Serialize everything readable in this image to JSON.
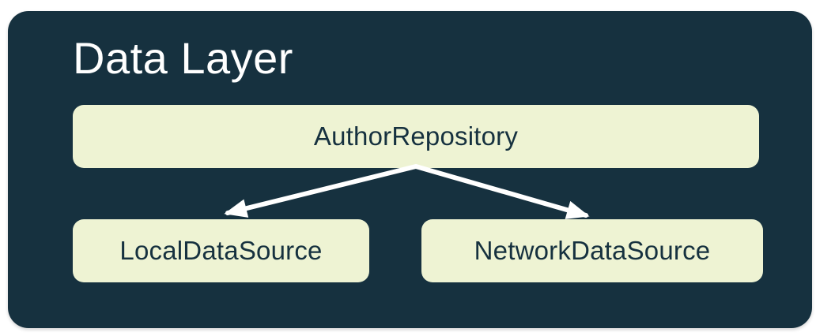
{
  "diagram": {
    "title": "Data Layer",
    "nodes": [
      {
        "id": "repository",
        "label": "AuthorRepository"
      },
      {
        "id": "local",
        "label": "LocalDataSource"
      },
      {
        "id": "network",
        "label": "NetworkDataSource"
      }
    ],
    "edges": [
      {
        "from": "AuthorRepository",
        "to": "LocalDataSource"
      },
      {
        "from": "AuthorRepository",
        "to": "NetworkDataSource"
      }
    ],
    "colors": {
      "page_background": "#ffffff",
      "container_background": "#16313F",
      "node_background": "#EEF3D3",
      "node_text": "#16313F",
      "title_text": "#ffffff",
      "arrow": "#ffffff"
    }
  }
}
